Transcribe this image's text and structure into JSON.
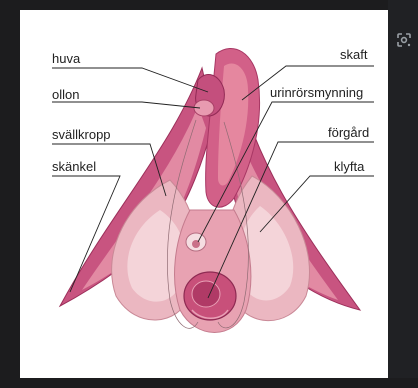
{
  "diagram": {
    "labels": {
      "huva": "huva",
      "ollon": "ollon",
      "svallkropp": "svällkropp",
      "skankel": "skänkel",
      "skaft": "skaft",
      "urinrorsmynning": "urinrörsmynning",
      "forgard": "förgård",
      "klyfta": "klyfta"
    },
    "colors": {
      "background": "#ffffff",
      "dark_magenta": "#b8406e",
      "mid_pink": "#d9738f",
      "light_pink": "#eab4be",
      "pale_pink": "#f3d3d8",
      "line": "#222222"
    }
  },
  "toolbar": {
    "lens_icon": "google-lens-icon"
  }
}
